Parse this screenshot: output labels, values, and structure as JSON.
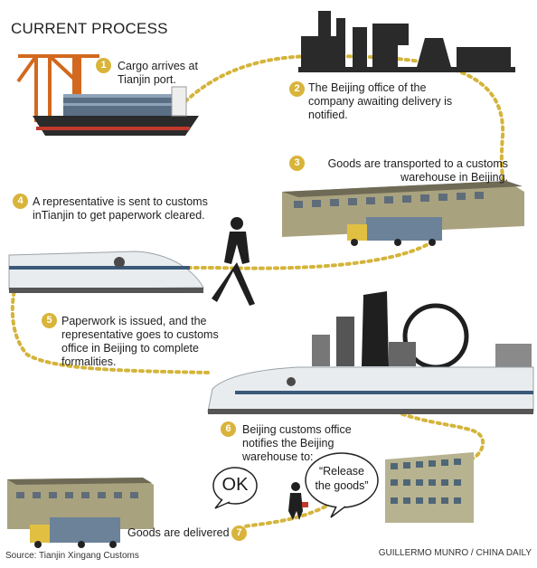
{
  "title": "CURRENT PROCESS",
  "steps": [
    {
      "num": "1",
      "text": "Cargo arrives at Tianjin port."
    },
    {
      "num": "2",
      "text": "The Beijing office of the company awaiting delivery is notified."
    },
    {
      "num": "3",
      "text": "Goods are transported to a customs warehouse in Beijing."
    },
    {
      "num": "4",
      "text": "A representative is sent to customs inTianjin to get paperwork cleared."
    },
    {
      "num": "5",
      "text": "Paperwork is issued, and the representative goes to customs office in Beijing to complete formalities."
    },
    {
      "num": "6",
      "text": "Beijing customs office notifies the Beijing warehouse to:"
    },
    {
      "num": "7",
      "text": "Goods are delivered"
    }
  ],
  "bubbles": {
    "ok": "OK",
    "release_line1": "“Release",
    "release_line2": "the goods”"
  },
  "source": "Source: Tianjin Xingang Customs",
  "credit": "GUILLERMO MUNRO / CHINA DAILY",
  "colors": {
    "path": "#d4b43a",
    "badge": "#d9b43a",
    "warehouse": "#a9a27f",
    "train": "#e9ecef"
  }
}
